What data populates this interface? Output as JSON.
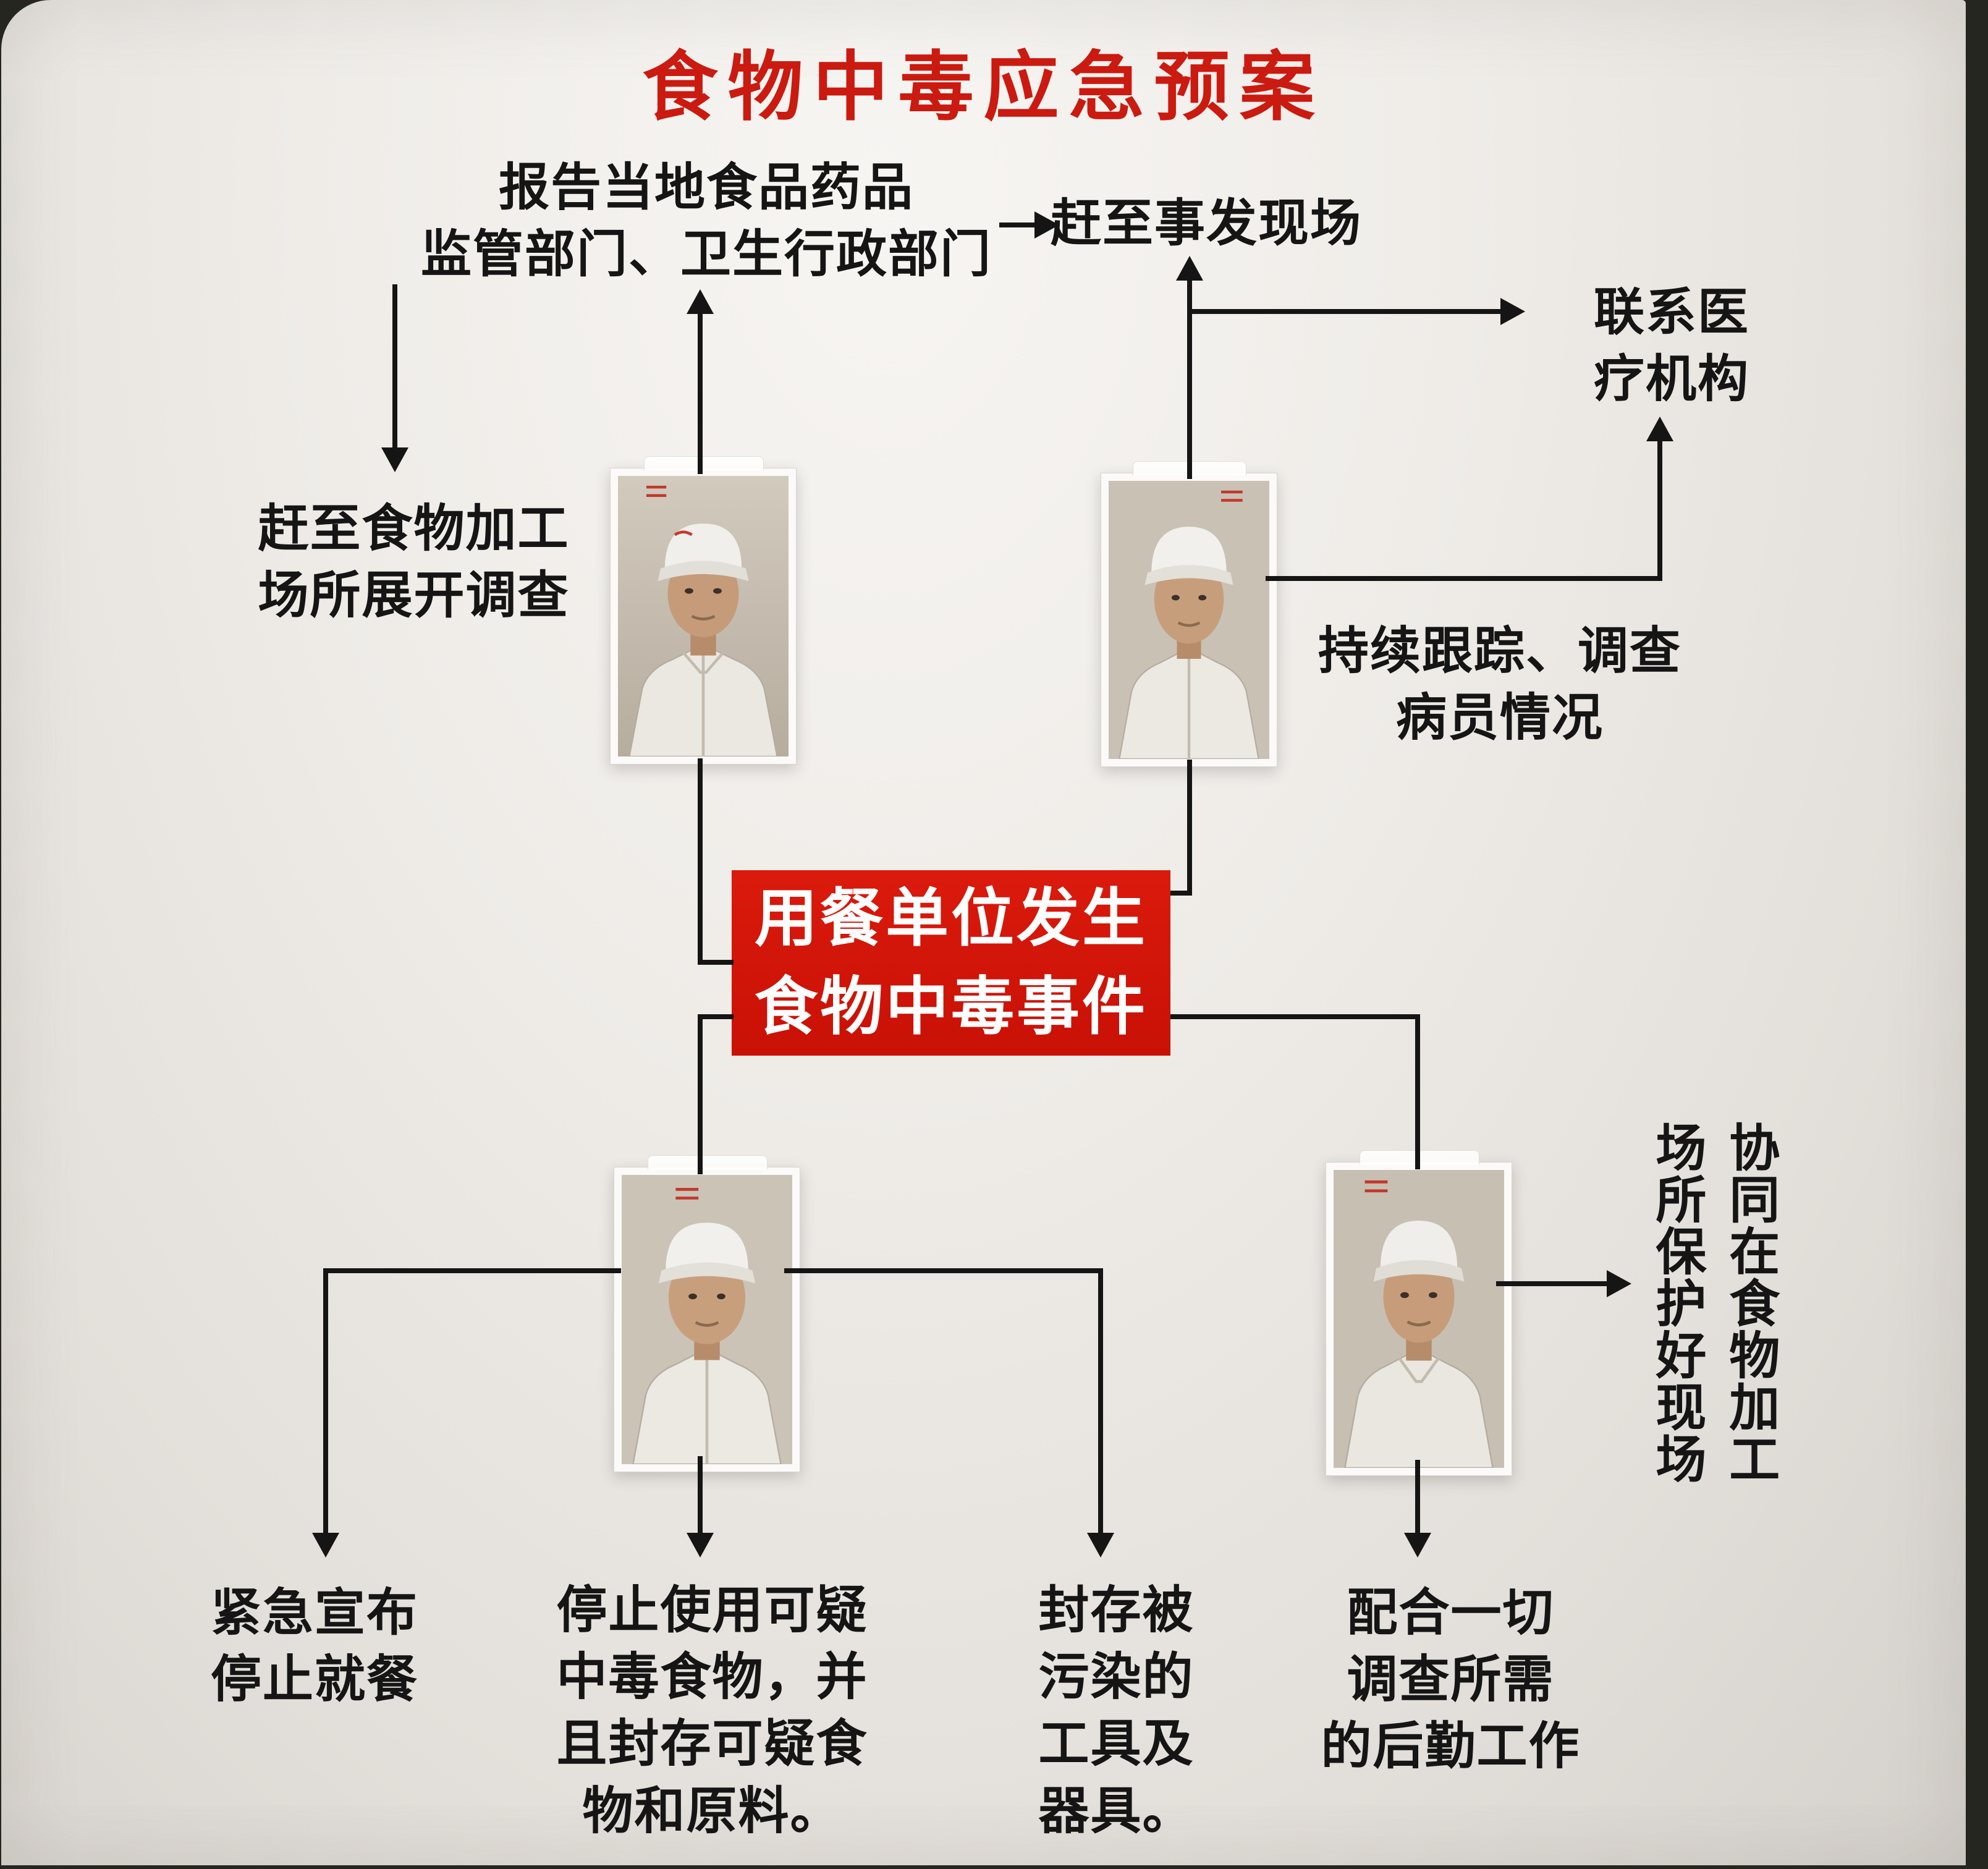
{
  "title": "食物中毒应急预案",
  "event_box": [
    "用餐单位发生",
    "食物中毒事件"
  ],
  "steps": {
    "report": [
      "报告当地食品药品",
      "监管部门、卫生行政部门"
    ],
    "arrive_scene": [
      "赶至事发现场"
    ],
    "contact_medical": [
      "联系医",
      "疗机构"
    ],
    "investigate_kitchen": [
      "赶至食物加工",
      "场所展开调查"
    ],
    "track_patients": [
      "持续跟踪、调查",
      "病员情况"
    ],
    "protect_site": [
      "协同在食物加工",
      "场所保护好现场"
    ],
    "stop_dining": [
      "紧急宣布",
      "停止就餐"
    ],
    "seal_food": [
      "停止使用可疑",
      "中毒食物，并",
      "且封存可疑食",
      "物和原料。"
    ],
    "seal_tools": [
      "封存被",
      "污染的",
      "工具及",
      "器具。"
    ],
    "logistics": [
      "配合一切",
      "调查所需",
      "的后勤工作"
    ]
  },
  "photos": [
    {
      "name": "staff-photo-top-left"
    },
    {
      "name": "staff-photo-top-right"
    },
    {
      "name": "staff-photo-bottom-left"
    },
    {
      "name": "staff-photo-bottom-right"
    }
  ],
  "colors": {
    "title_red": "#cb1a10",
    "event_box_red": "#d31408",
    "connector_black": "#151515",
    "board_white": "#efece8"
  }
}
